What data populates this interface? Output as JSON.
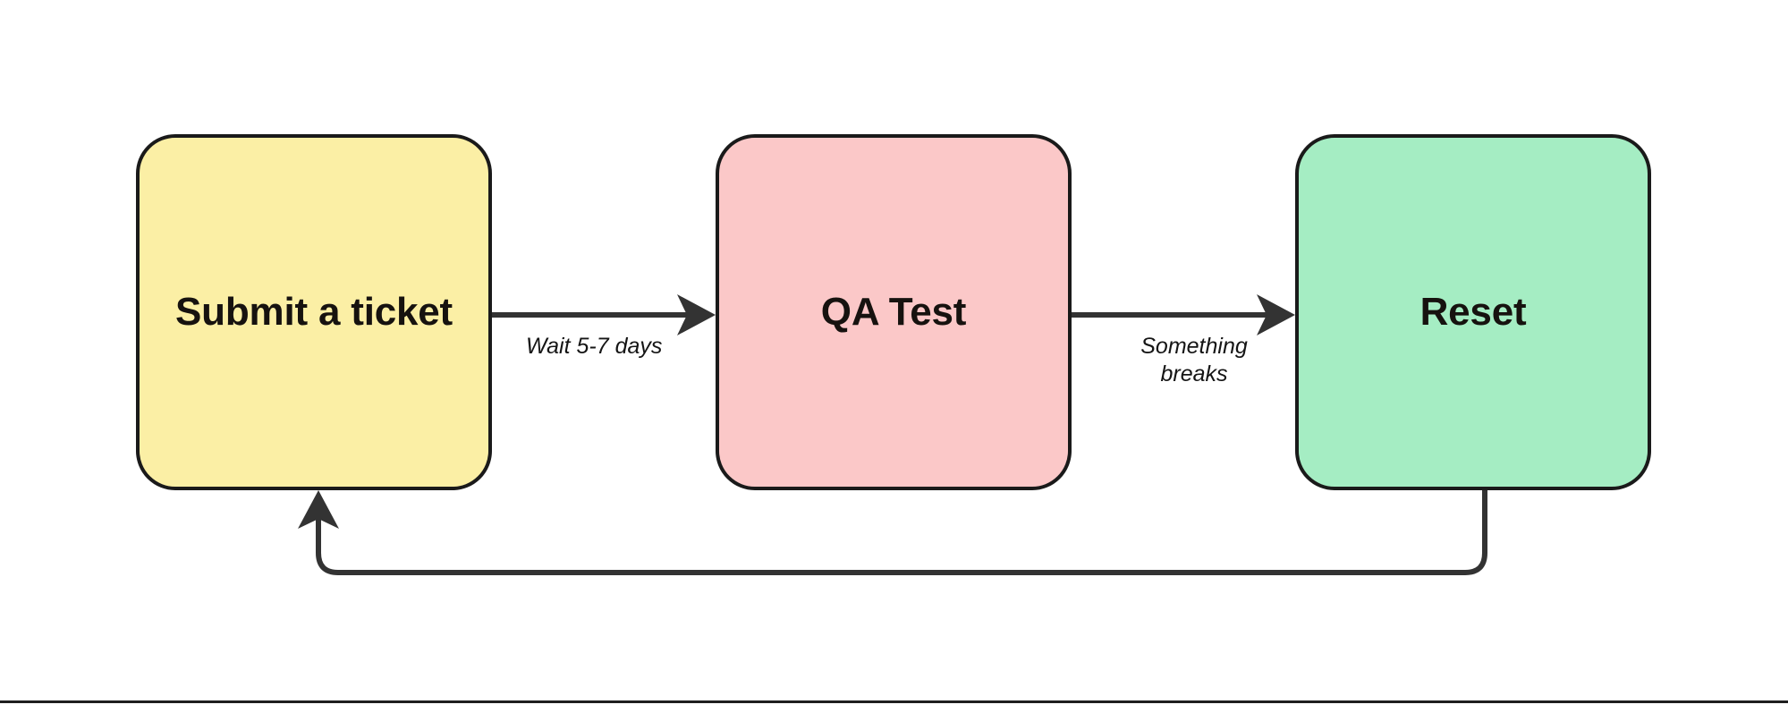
{
  "diagram": {
    "type": "flowchart",
    "orientation": "left-to-right",
    "background_color": "#ffffff",
    "nodes": [
      {
        "id": "submit",
        "label": "Submit a ticket",
        "shape": "rounded-rectangle",
        "fill_color": "#FBEFA5",
        "border_color": "#1a1a1a"
      },
      {
        "id": "qa",
        "label": "QA Test",
        "shape": "rounded-rectangle",
        "fill_color": "#FBC8C8",
        "border_color": "#1a1a1a"
      },
      {
        "id": "reset",
        "label": "Reset",
        "shape": "rounded-rectangle",
        "fill_color": "#A5EDC3",
        "border_color": "#1a1a1a"
      }
    ],
    "edges": [
      {
        "id": "submit-to-qa",
        "from": "submit",
        "to": "qa",
        "label": "Wait 5-7 days",
        "style": "solid-arrow",
        "color": "#333333"
      },
      {
        "id": "qa-to-reset",
        "from": "qa",
        "to": "reset",
        "label": "Something breaks",
        "label_line_1": "Something",
        "label_line_2": "breaks",
        "style": "solid-arrow",
        "color": "#333333"
      },
      {
        "id": "reset-to-submit",
        "from": "reset",
        "to": "submit",
        "label": "",
        "style": "solid-arrow-loopback",
        "color": "#333333"
      }
    ],
    "bottom_rule_color": "#1f1f1f"
  }
}
